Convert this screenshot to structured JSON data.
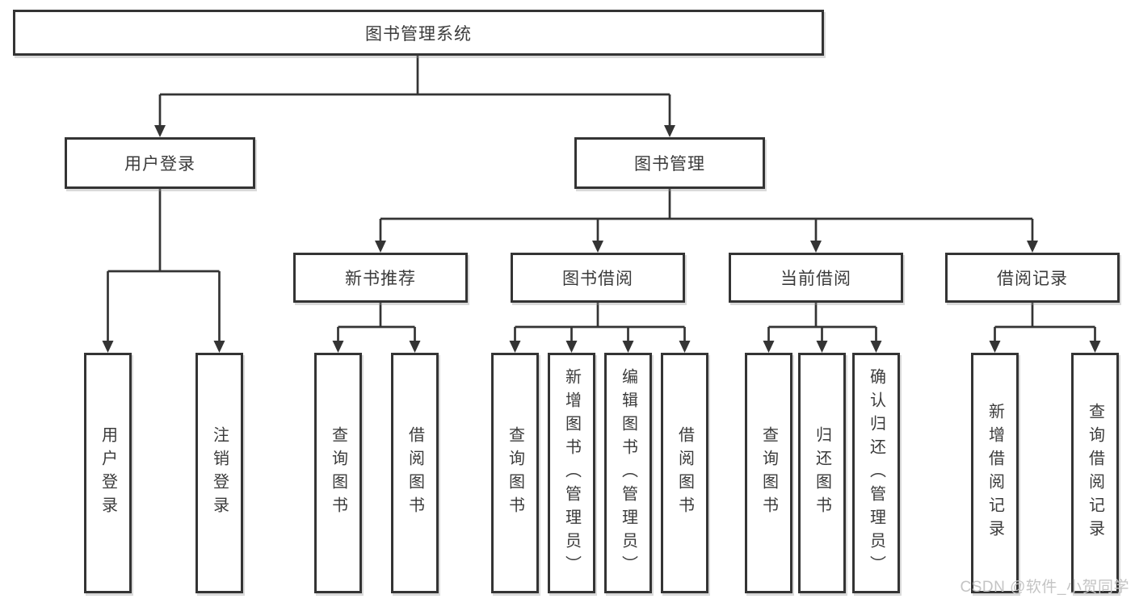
{
  "colors": {
    "line": "#343434",
    "text": "#3b3b3b",
    "box_bg": "#ffffff",
    "watermark": "#c4c4c4",
    "page_bg": "#ffffff"
  },
  "watermark": {
    "text": "CSDN @软件_小贺同学"
  },
  "tree": {
    "label": "图书管理系统",
    "children": [
      {
        "label": "用户登录",
        "children": [
          {
            "label": "用户登录"
          },
          {
            "label": "注销登录"
          }
        ]
      },
      {
        "label": "图书管理",
        "children": [
          {
            "label": "新书推荐",
            "children": [
              {
                "label": "查询图书"
              },
              {
                "label": "借阅图书"
              }
            ]
          },
          {
            "label": "图书借阅",
            "children": [
              {
                "label": "查询图书"
              },
              {
                "label": "新增图书（管理员）"
              },
              {
                "label": "编辑图书（管理员）"
              },
              {
                "label": "借阅图书"
              }
            ]
          },
          {
            "label": "当前借阅",
            "children": [
              {
                "label": "查询图书"
              },
              {
                "label": "归还图书"
              },
              {
                "label": "确认归还（管理员）"
              }
            ]
          },
          {
            "label": "借阅记录",
            "children": [
              {
                "label": "新增借阅记录"
              },
              {
                "label": "查询借阅记录"
              }
            ]
          }
        ]
      }
    ]
  }
}
